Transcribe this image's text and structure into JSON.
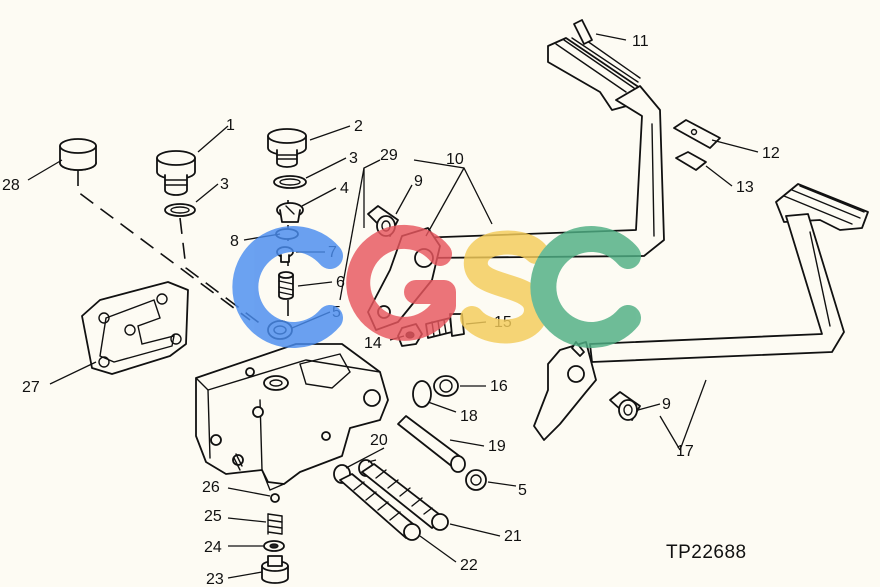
{
  "figure_id": "TP22688",
  "watermark": {
    "text": "CGSC",
    "letters": [
      {
        "char": "C",
        "color": "#4a8df0"
      },
      {
        "char": "G",
        "color": "#e8575f"
      },
      {
        "char": "S",
        "color": "#f4cc5a"
      },
      {
        "char": "C",
        "color": "#4faf84"
      }
    ]
  },
  "callouts": [
    "1",
    "2",
    "3",
    "3",
    "4",
    "5",
    "5",
    "6",
    "7",
    "8",
    "9",
    "9",
    "10",
    "11",
    "12",
    "13",
    "14",
    "15",
    "16",
    "17",
    "18",
    "19",
    "20",
    "21",
    "22",
    "23",
    "24",
    "25",
    "26",
    "27",
    "28",
    "29"
  ]
}
